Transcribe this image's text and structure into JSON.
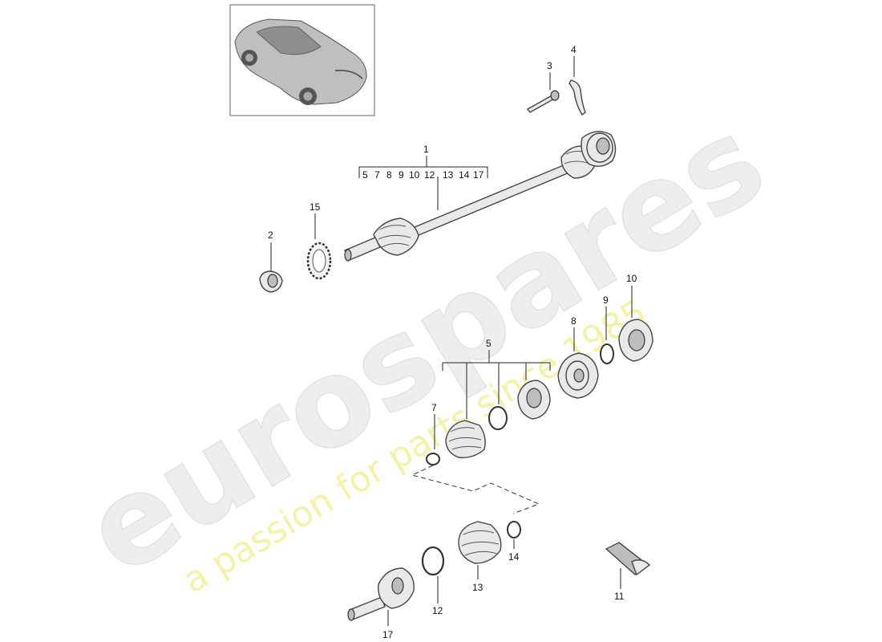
{
  "watermark": {
    "brand": "eurospares",
    "tagline": "a passion for parts since 1985"
  },
  "callouts": {
    "c1": "1",
    "c2": "2",
    "c3": "3",
    "c4": "4",
    "c5": "5",
    "c7": "7",
    "c8": "8",
    "c9": "9",
    "c10": "10",
    "c11": "11",
    "c12": "12",
    "c13": "13",
    "c14": "14",
    "c15": "15",
    "c17": "17"
  },
  "kit_list": {
    "items": [
      "5",
      "7",
      "8",
      "9",
      "10",
      "12",
      "13",
      "14",
      "17"
    ]
  },
  "colors": {
    "watermark_text": "#eeeeee",
    "watermark_tagline": "#f3f3a8",
    "linework": "#333333"
  }
}
